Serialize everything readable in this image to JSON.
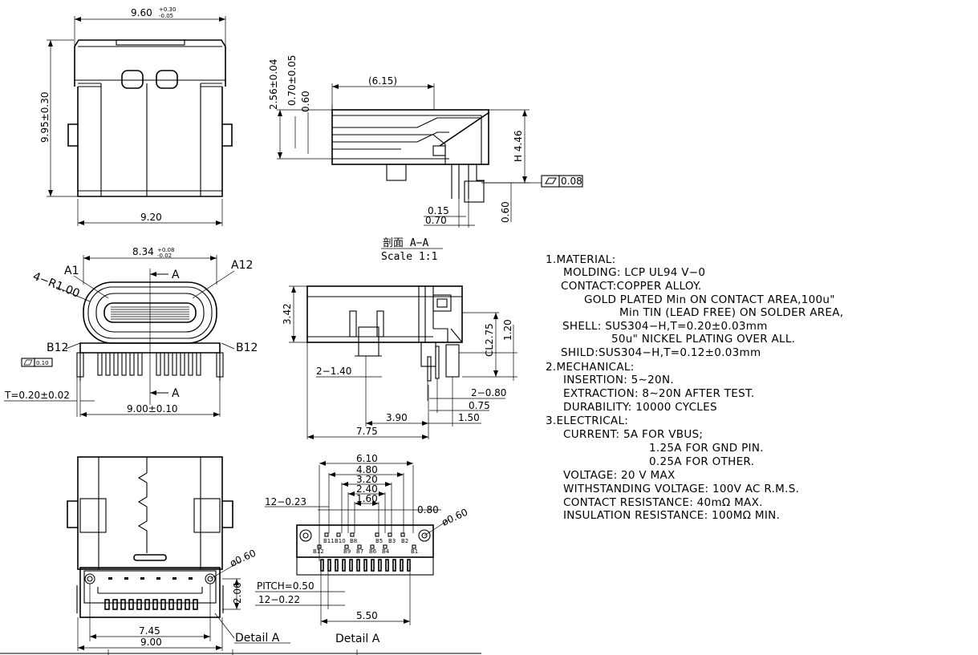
{
  "top_view": {
    "width_top": "9.60",
    "width_top_tol_up": "+0.30",
    "width_top_tol_dn": "-0.05",
    "height_left": "9.95±0.30",
    "width_bottom": "9.20"
  },
  "section_view": {
    "dim_615": "(6.15)",
    "dim_256": "2.56±0.04",
    "dim_070": "0.70±0.05",
    "dim_060": "0.60",
    "dim_h446": "H 4.46",
    "flatness": "0.08",
    "dim_015": "0.15",
    "dim_070b": "0.70",
    "dim_060b": "0.60",
    "title": "剖面 A−A",
    "scale": "Scale 1:1"
  },
  "front_view": {
    "width": "8.34",
    "width_tol_up": "+0.08",
    "width_tol_dn": "-0.02",
    "label_a1": "A1",
    "label_a12": "A12",
    "label_r": "4−R1.00",
    "label_a_top": "A",
    "label_a_bot": "A",
    "label_b12_left": "B12",
    "label_b12_right": "B12",
    "flat": "0.10",
    "thickness": "T=0.20±0.02",
    "bottom_width": "9.00±0.10"
  },
  "side_view": {
    "dim_342": "3.42",
    "dim_275": "CL2.75",
    "dim_120": "1.20",
    "dim_2140": "2−1.40",
    "dim_2080": "2−0.80",
    "dim_075": "0.75",
    "dim_390": "3.90",
    "dim_150": "1.50",
    "dim_775": "7.75"
  },
  "bottom_view": {
    "dim_060": "ø0.60",
    "dim_206": "2.06",
    "dim_745": "7.45",
    "dim_900": "9.00",
    "detail_label": "Detail  A"
  },
  "detail_view": {
    "dim_610": "6.10",
    "dim_480": "4.80",
    "dim_320": "3.20",
    "dim_240": "2.40",
    "dim_160": "1.60",
    "dim_080": "0.80",
    "dim_12023": "12−0.23",
    "dim_060": "ø0.60",
    "pitch": "PITCH=0.50",
    "dim_12022": "12−0.22",
    "dim_550": "5.50",
    "title": "Detail  A",
    "pins_top": [
      "B11",
      "B10",
      "B8",
      "B5",
      "B3",
      "B2"
    ],
    "pins_bottom": [
      "B12",
      "B9",
      "B7",
      "B6",
      "B4",
      "B1"
    ]
  },
  "notes": [
    "1.MATERIAL:",
    "MOLDING:  LCP  UL94  V−0",
    "CONTACT:COPPER  ALLOY.",
    "GOLD  PLATED  Min  ON  CONTACT  AREA,100u\"",
    "Min  TIN  (LEAD  FREE)  ON  SOLDER  AREA,",
    "SHELL:  SUS304−H,T=0.20±0.03mm",
    "50u\"  NICKEL  PLATING  OVER  ALL.",
    "SHILD:SUS304−H,T=0.12±0.03mm",
    "2.MECHANICAL:",
    "INSERTION:  5∼20N.",
    "EXTRACTION:  8∼20N  AFTER  TEST.",
    "DURABILITY:  10000  CYCLES",
    "3.ELECTRICAL:",
    "CURRENT:  5A  FOR  VBUS;",
    "1.25A  FOR  GND  PIN.",
    "0.25A  FOR  OTHER.",
    "VOLTAGE:  20  V  MAX",
    "WITHSTANDING  VOLTAGE:  100V  AC  R.M.S.",
    "CONTACT  RESISTANCE:  40mΩ  MAX.",
    "INSULATION  RESISTANCE:  100MΩ  MIN."
  ]
}
